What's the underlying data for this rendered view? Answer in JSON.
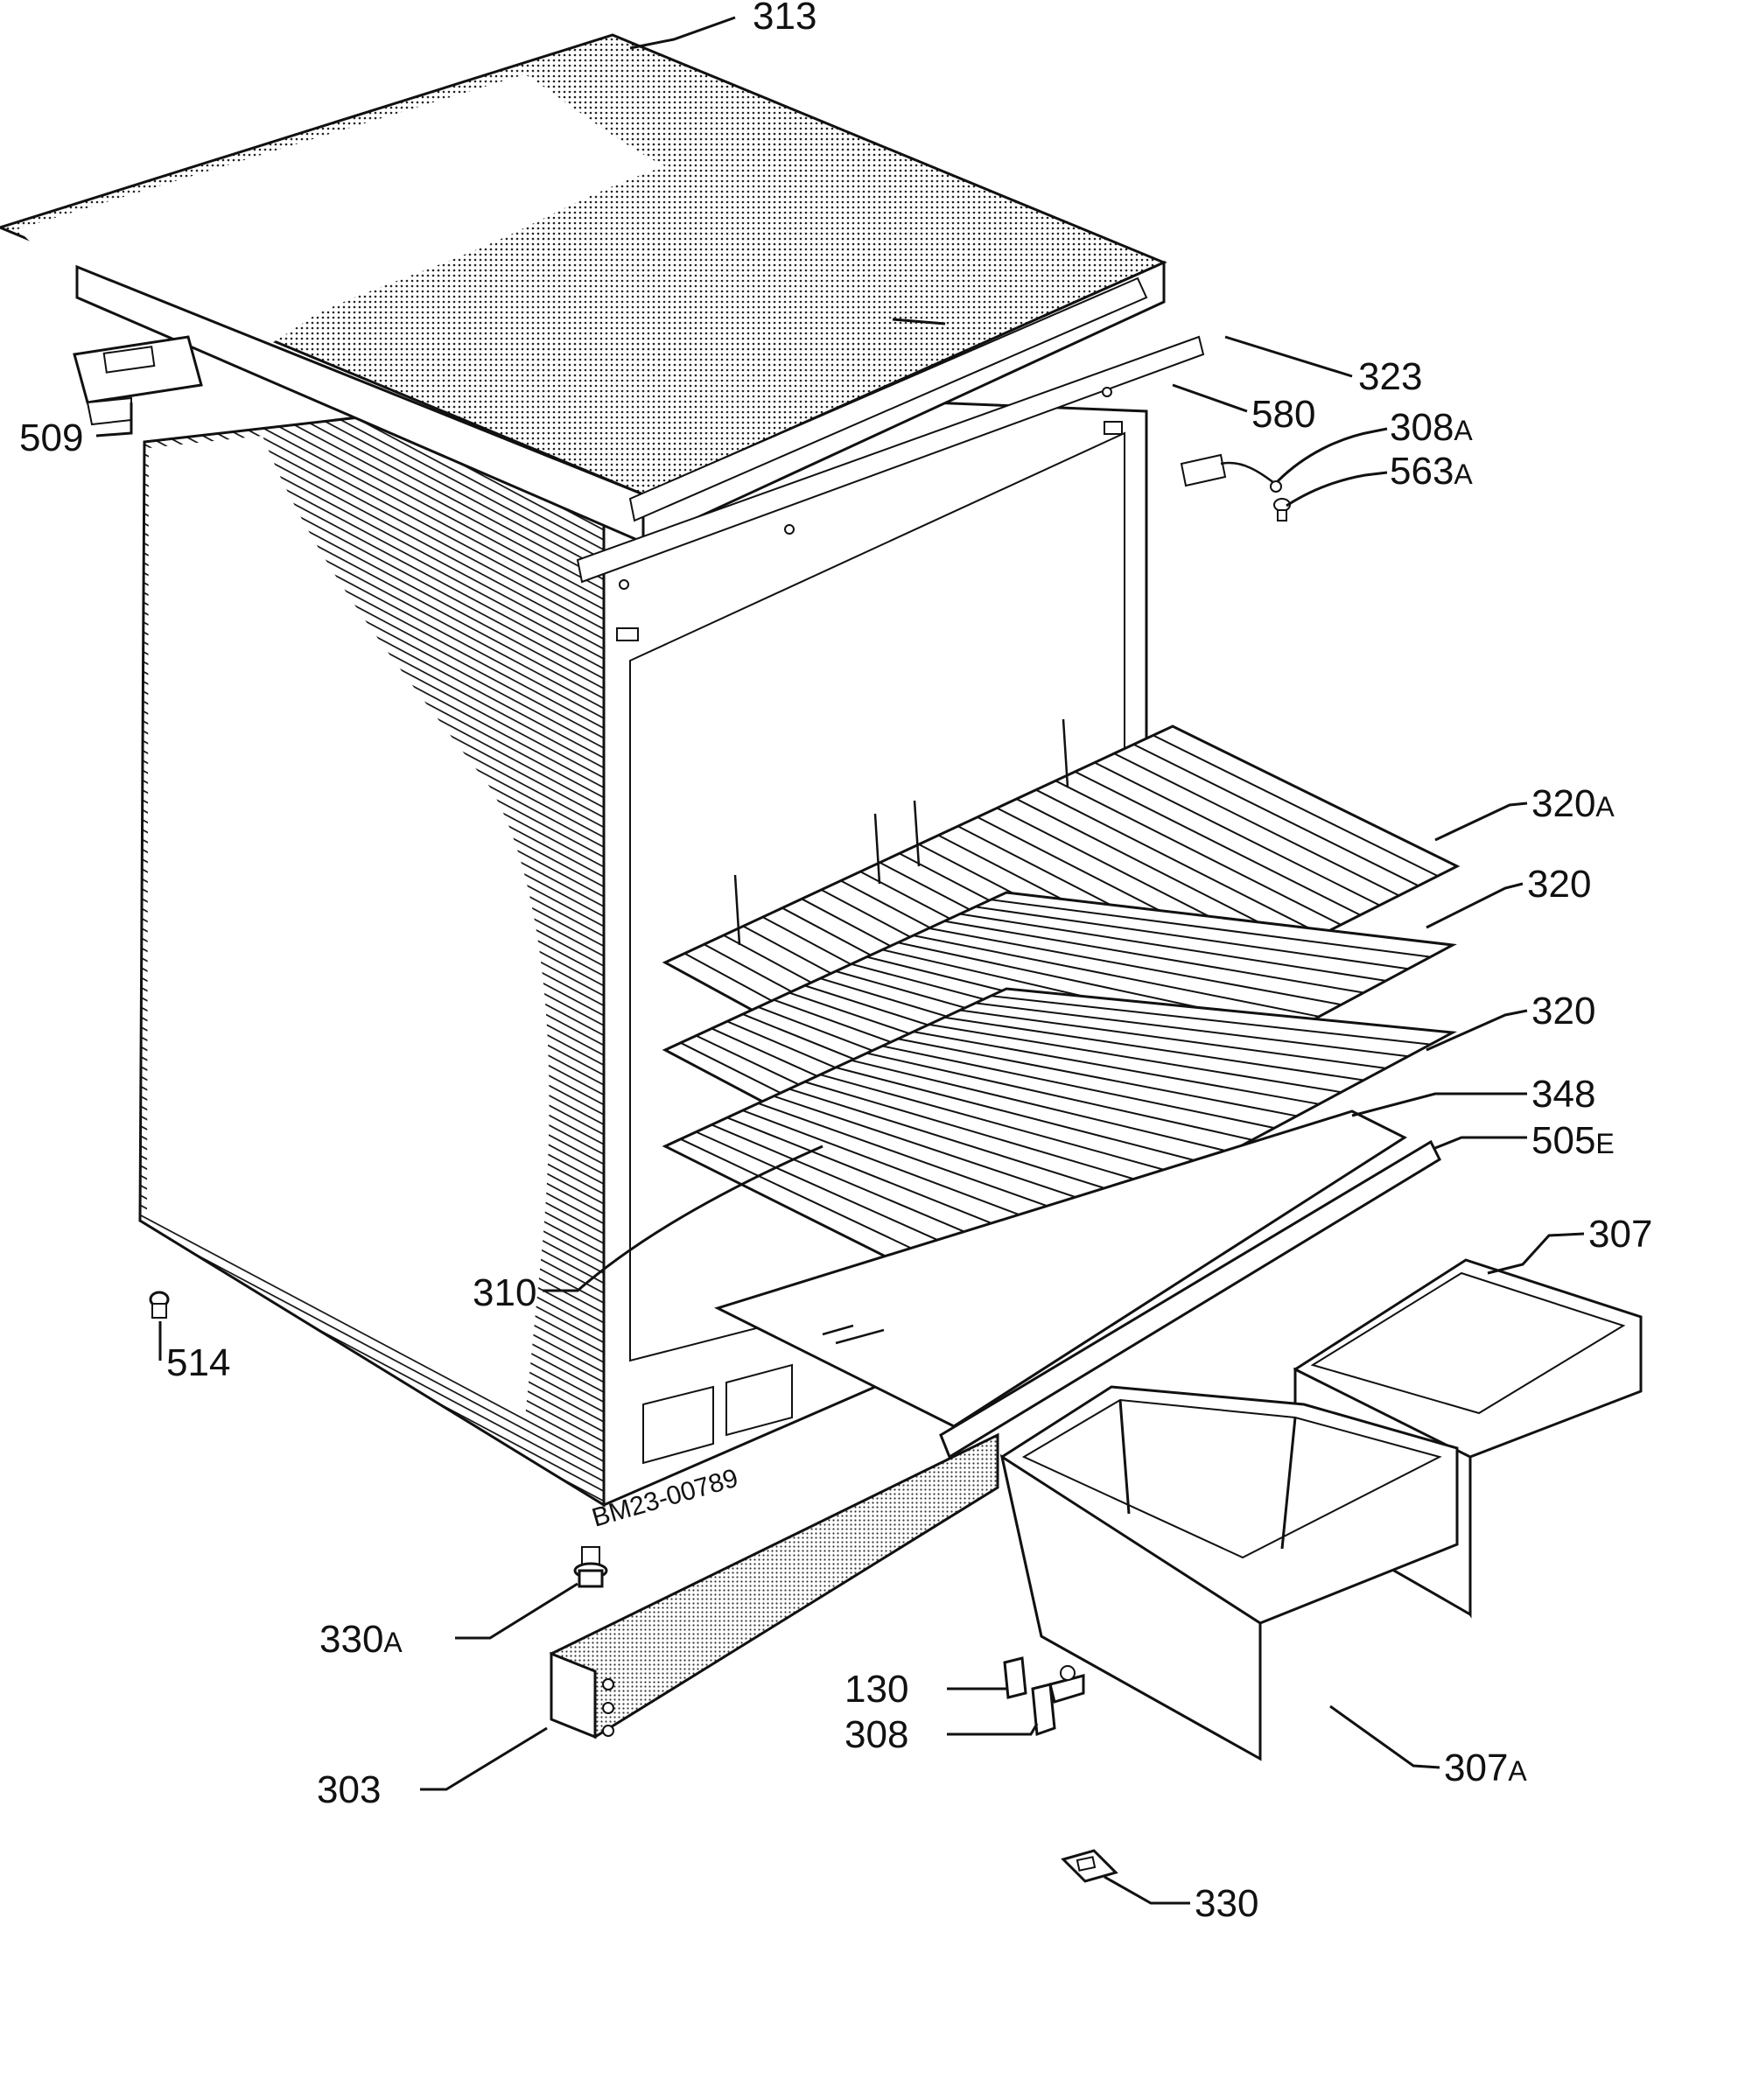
{
  "drawing_code": "BM23-00789",
  "callouts": [
    {
      "id": "313",
      "text": "313",
      "suffix": ""
    },
    {
      "id": "323",
      "text": "323",
      "suffix": ""
    },
    {
      "id": "580",
      "text": "580",
      "suffix": ""
    },
    {
      "id": "308a",
      "text": "308",
      "suffix": "A"
    },
    {
      "id": "563a",
      "text": "563",
      "suffix": "A"
    },
    {
      "id": "509",
      "text": "509",
      "suffix": ""
    },
    {
      "id": "320a",
      "text": "320",
      "suffix": "A"
    },
    {
      "id": "320-upper",
      "text": "320",
      "suffix": ""
    },
    {
      "id": "320-lower",
      "text": "320",
      "suffix": ""
    },
    {
      "id": "348",
      "text": "348",
      "suffix": ""
    },
    {
      "id": "505e",
      "text": "505",
      "suffix": "E"
    },
    {
      "id": "307",
      "text": "307",
      "suffix": ""
    },
    {
      "id": "310",
      "text": "310",
      "suffix": ""
    },
    {
      "id": "514",
      "text": "514",
      "suffix": ""
    },
    {
      "id": "330a",
      "text": "330",
      "suffix": "A"
    },
    {
      "id": "130",
      "text": "130",
      "suffix": ""
    },
    {
      "id": "308",
      "text": "308",
      "suffix": ""
    },
    {
      "id": "307a",
      "text": "307",
      "suffix": "A"
    },
    {
      "id": "303",
      "text": "303",
      "suffix": ""
    },
    {
      "id": "330",
      "text": "330",
      "suffix": ""
    }
  ]
}
